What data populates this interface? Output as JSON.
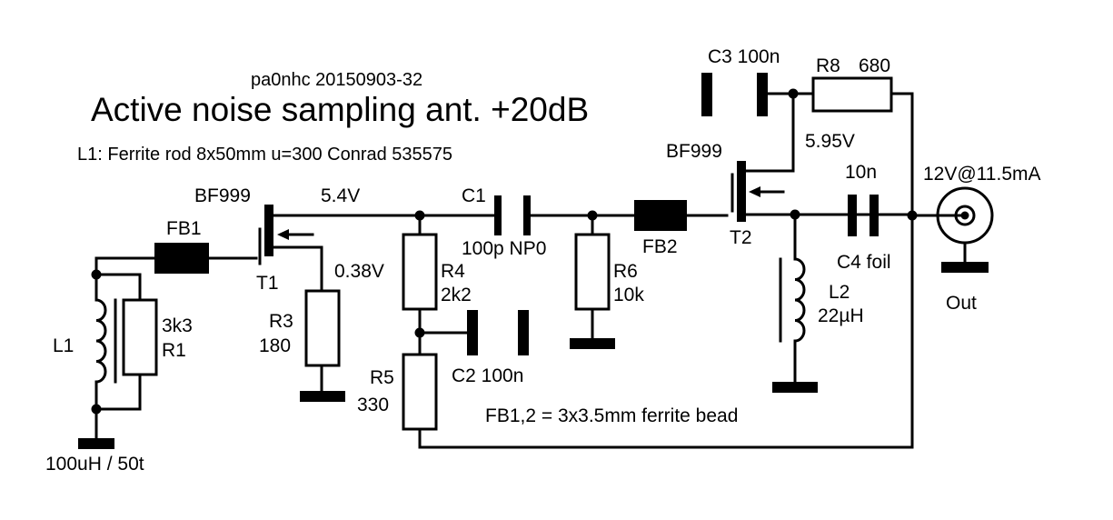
{
  "header": {
    "author_date": "pa0nhc 20150903-32",
    "title": "Active noise sampling ant. +20dB",
    "l1_note": "L1: Ferrite rod 8x50mm u=300 Conrad 535575"
  },
  "notes": {
    "fb_note": "FB1,2 = 3x3.5mm ferrite bead",
    "l1_winding": "100uH / 50t"
  },
  "labels": {
    "fb1": "FB1",
    "fb2": "FB2",
    "l1": "L1",
    "r1_value": "3k3",
    "r1_name": "R1",
    "t1_type": "BF999",
    "t1_name": "T1",
    "t1_drain_v": "5.4V",
    "t1_source_v": "0.38V",
    "r3_name": "R3",
    "r3_value": "180",
    "c1_name": "C1",
    "c1_value": "100p NP0",
    "r4_name": "R4",
    "r4_value": "2k2",
    "r5_name": "R5",
    "r5_value": "330",
    "c2": "C2 100n",
    "r6_name": "R6",
    "r6_value": "10k",
    "t2_type": "BF999",
    "t2_name": "T2",
    "t2_drain_v": "5.95V",
    "c3": "C3 100n",
    "r8_name": "R8",
    "r8_value": "680",
    "c4_value": "10n",
    "c4_name": "C4 foil",
    "l2_name": "L2",
    "l2_value": "22µH",
    "supply": "12V@11.5mA",
    "out": "Out"
  }
}
